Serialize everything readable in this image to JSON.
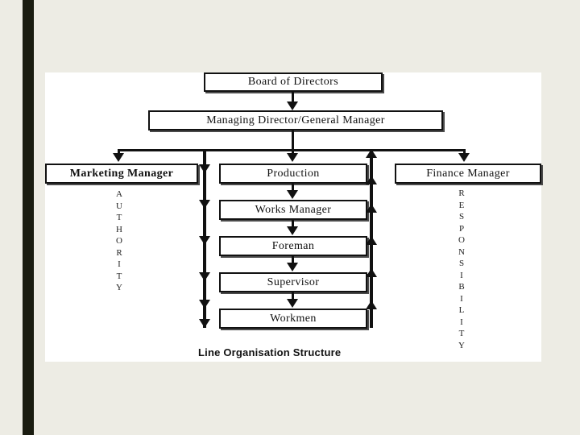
{
  "slide": {
    "background_color": "#edece4",
    "canvas_color": "#ffffff",
    "accent_stripe_color": "#1a1c10"
  },
  "diagram": {
    "caption": "Line Organisation Structure",
    "nodes": {
      "board": "Board of Directors",
      "managing_director": "Managing Director/General Manager",
      "marketing": "Marketing Manager",
      "production": "Production",
      "finance": "Finance Manager",
      "works_manager": "Works Manager",
      "foreman": "Foreman",
      "supervisor": "Supervisor",
      "workmen": "Workmen"
    },
    "rails": {
      "authority": {
        "label": "AUTHORITY",
        "letters": [
          "A",
          "U",
          "T",
          "H",
          "O",
          "R",
          "I",
          "T",
          "Y"
        ],
        "direction": "down",
        "arrow_count": 6
      },
      "responsibility": {
        "label": "RESPONSIBILITY",
        "letters": [
          "R",
          "E",
          "S",
          "P",
          "O",
          "N",
          "S",
          "I",
          "B",
          "I",
          "L",
          "I",
          "T",
          "Y"
        ],
        "direction": "up",
        "arrow_count": 6
      }
    }
  }
}
